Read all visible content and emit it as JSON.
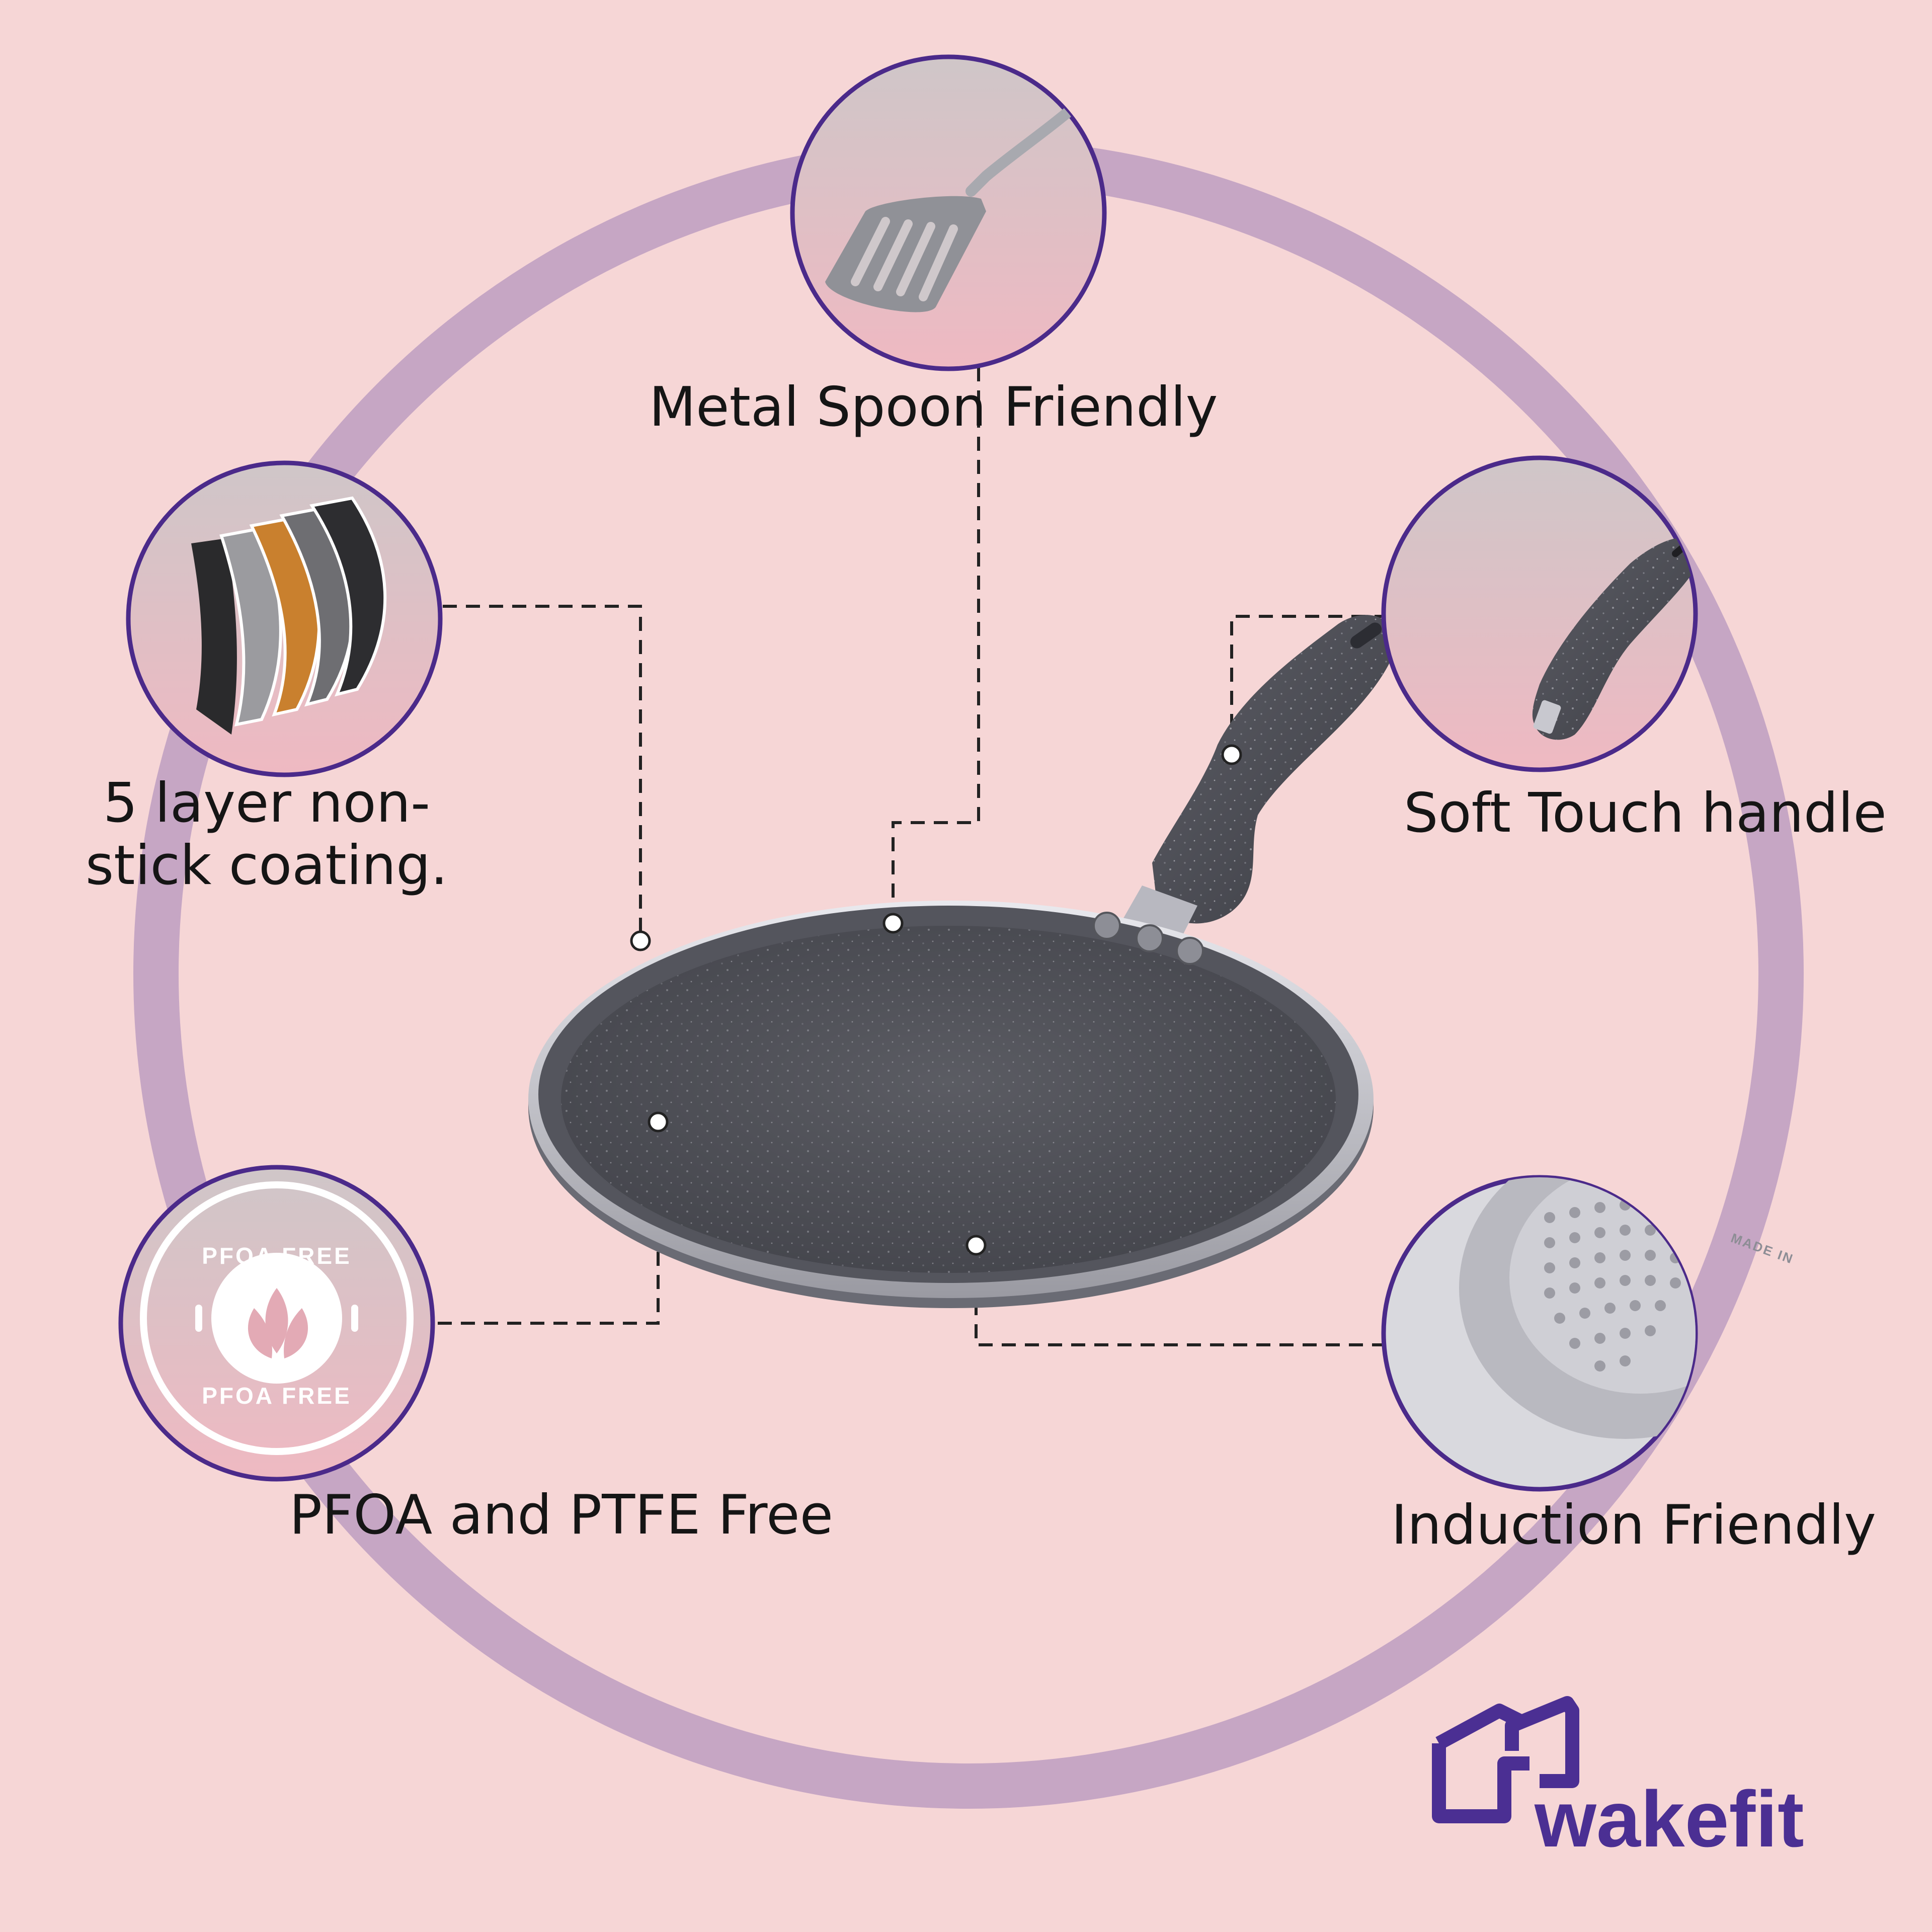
{
  "colors": {
    "background": "#f6d6d6",
    "ring": "#c6a6c4",
    "badge_border": "#4b2a8a",
    "brand": "#4b2f93",
    "pan_dark": "#4f5057"
  },
  "features": [
    {
      "id": "metal-spoon",
      "label": "Metal Spoon Friendly",
      "icon": "spatula-icon"
    },
    {
      "id": "non-stick",
      "label": "5 layer non-stick coating.",
      "icon": "layers-icon"
    },
    {
      "id": "soft-handle",
      "label": "Soft Touch handle",
      "icon": "handle-icon"
    },
    {
      "id": "pfoa-free",
      "label": "PFOA and PTFE Free",
      "icon": "leaf-badge-icon"
    },
    {
      "id": "induction",
      "label": "Induction Friendly",
      "icon": "induction-base-icon"
    }
  ],
  "badges": {
    "pfoa_top": "PFOA FREE",
    "pfoa_bottom": "PFOA FREE",
    "induction_engraving": "MADE IN"
  },
  "brand": {
    "name": "wakefit",
    "icon": "house-logo-icon"
  }
}
